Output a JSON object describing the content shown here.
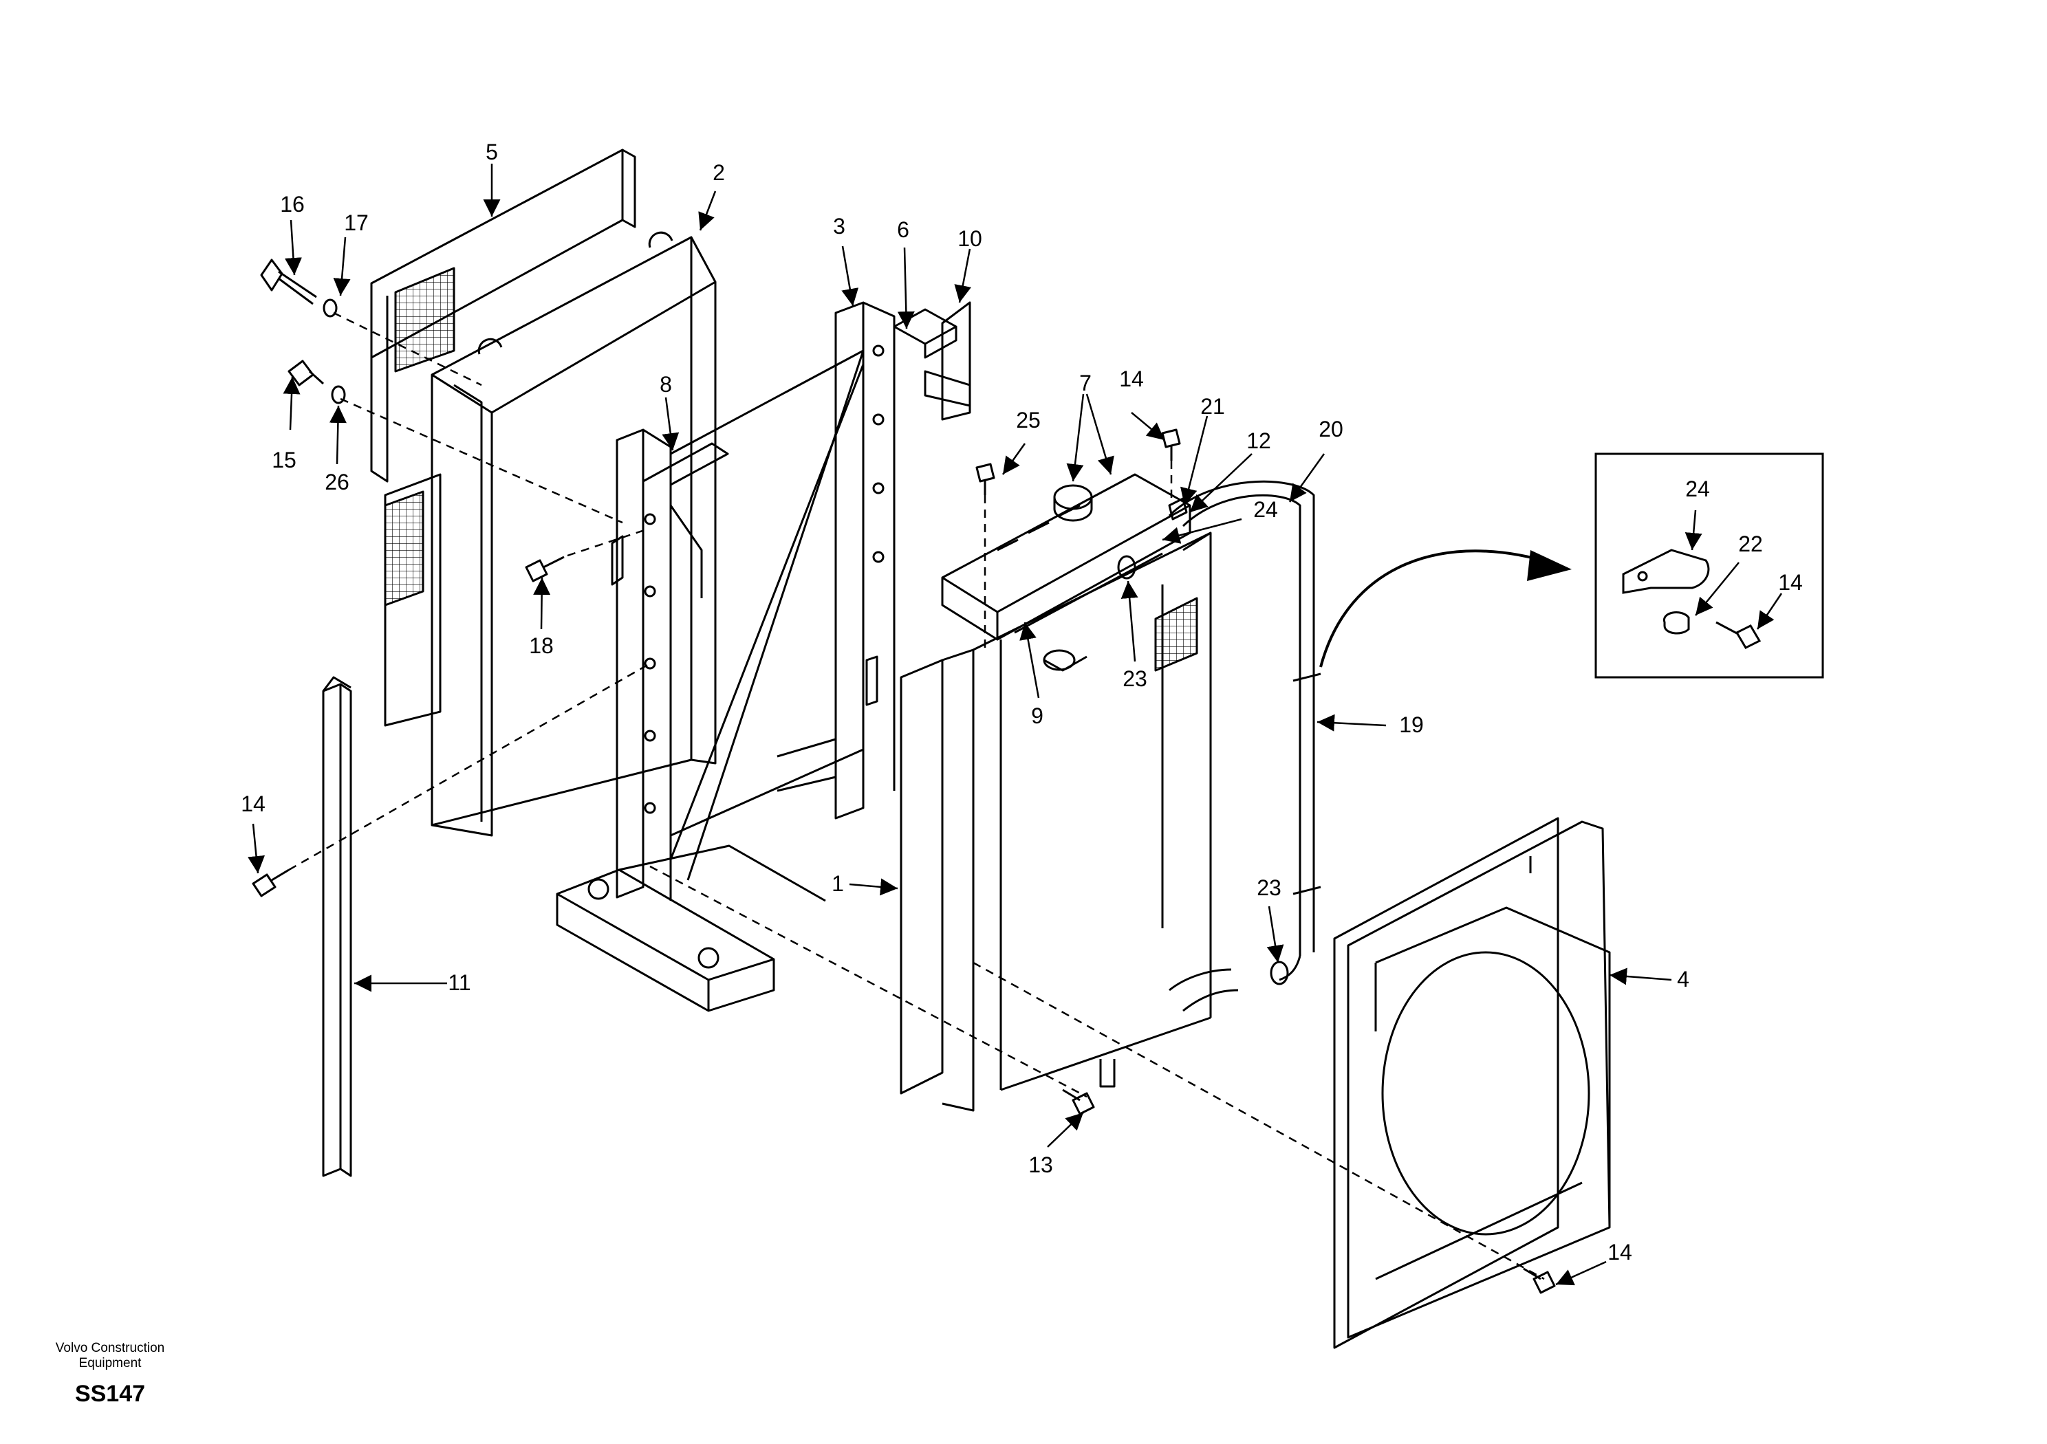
{
  "callouts": {
    "c5": "5",
    "c2": "2",
    "c16": "16",
    "c17": "17",
    "c3": "3",
    "c6": "6",
    "c10": "10",
    "c8": "8",
    "c15": "15",
    "c26": "26",
    "c14_top": "14",
    "c7": "7",
    "c21": "21",
    "c12": "12",
    "c20": "20",
    "c25": "25",
    "c24_main": "24",
    "c18": "18",
    "c9": "9",
    "c23_top": "23",
    "c19": "19",
    "c14_left": "14",
    "c1": "1",
    "c11": "11",
    "c23_bottom": "23",
    "c4": "4",
    "c13": "13",
    "c14_bottom": "14",
    "inset_24": "24",
    "inset_22": "22",
    "inset_14": "14"
  },
  "footer": {
    "maker_line1": "Volvo Construction",
    "maker_line2": "Equipment",
    "code": "SS147"
  }
}
